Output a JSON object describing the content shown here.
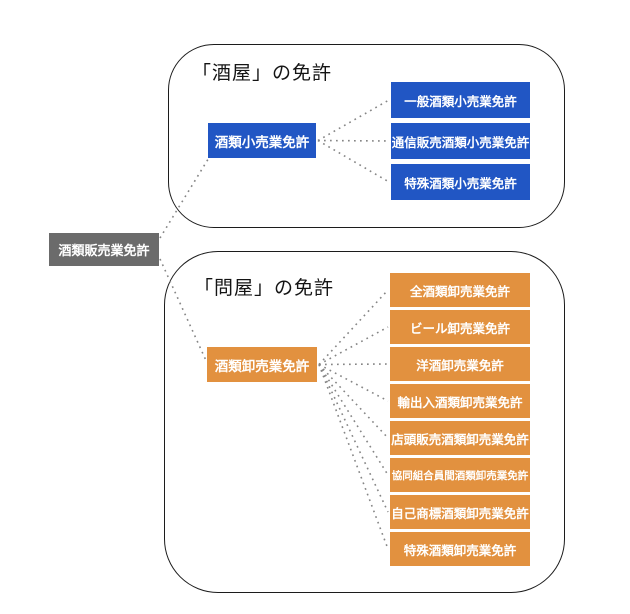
{
  "root": {
    "label": "酒類販売業免許",
    "bg_color": "#6b6b6b"
  },
  "sections": [
    {
      "title": "「酒屋」の免許",
      "accent_color": "#2156c4",
      "parent": {
        "label": "酒類小売業免許"
      },
      "children": [
        {
          "label": "一般酒類小売業免許"
        },
        {
          "label": "通信販売酒類小売業免許"
        },
        {
          "label": "特殊酒類小売業免許"
        }
      ]
    },
    {
      "title": "「問屋」の免許",
      "accent_color": "#e2913f",
      "parent": {
        "label": "酒類卸売業免許"
      },
      "children": [
        {
          "label": "全酒類卸売業免許"
        },
        {
          "label": "ビール卸売業免許"
        },
        {
          "label": "洋酒卸売業免許"
        },
        {
          "label": "輸出入酒類卸売業免許"
        },
        {
          "label": "店頭販売酒類卸売業免許"
        },
        {
          "label": "協同組合員間酒類卸売業免許"
        },
        {
          "label": "自己商標酒類卸売業免許"
        },
        {
          "label": "特殊酒類卸売業免許"
        }
      ]
    }
  ],
  "connector_color": "#858585"
}
